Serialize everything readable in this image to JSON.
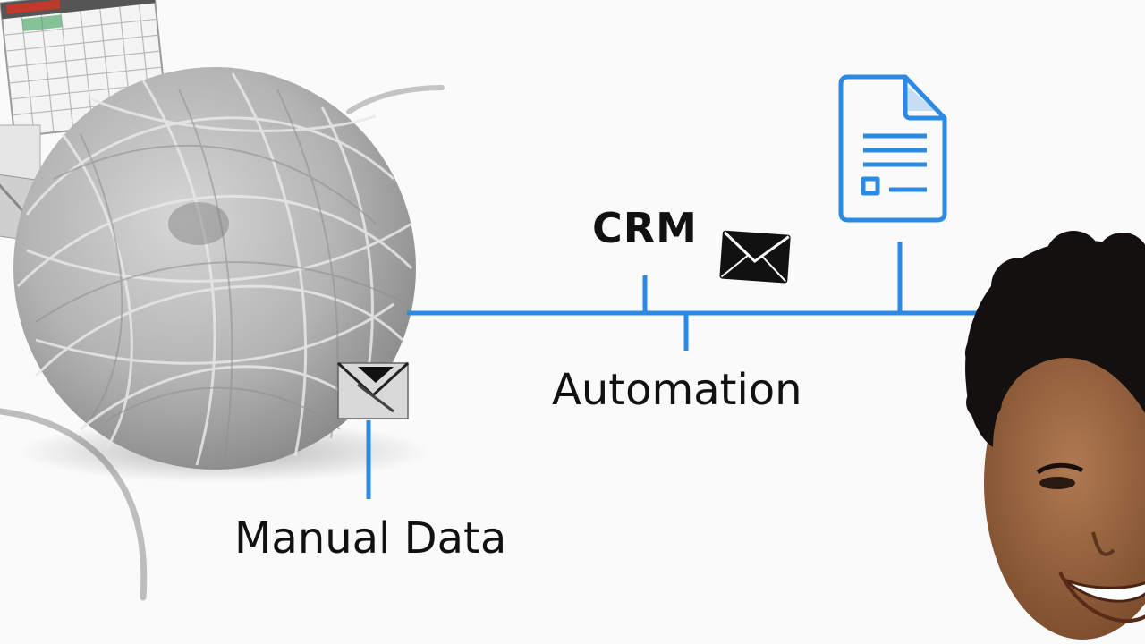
{
  "labels": {
    "crm": "CRM",
    "automation": "Automation",
    "manual_data": "Manual Data"
  },
  "icons": {
    "spreadsheet": "spreadsheet-icon",
    "yarn": "yarn-ball",
    "envelope": "envelope-icon",
    "document": "document-icon",
    "person": "smiling-person"
  },
  "colors": {
    "accent": "#2a8ae4",
    "background": "#fafafa",
    "text": "#111111",
    "yarn": "#a8a8a8"
  }
}
